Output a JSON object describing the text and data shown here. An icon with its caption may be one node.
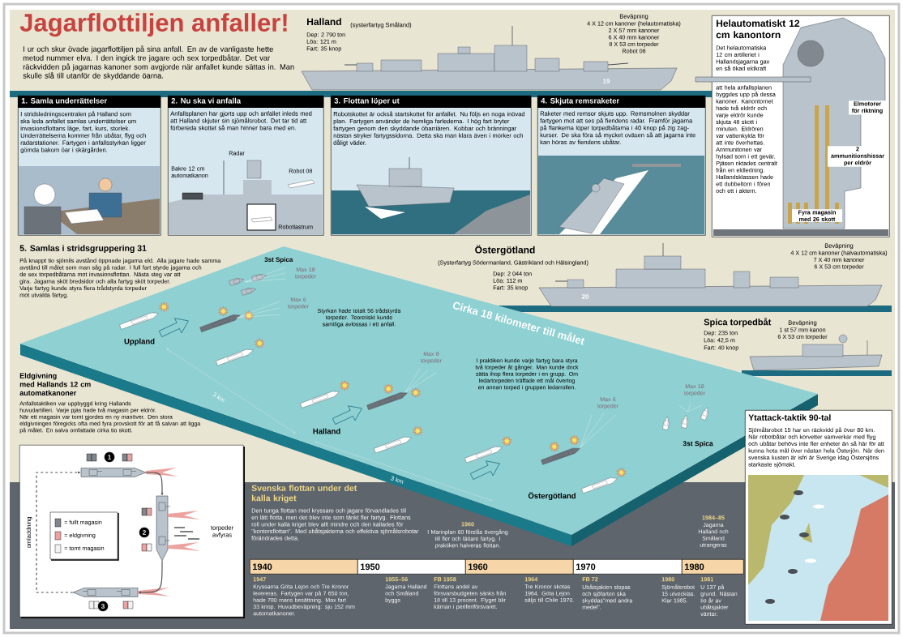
{
  "diagram": {
    "title": "Jagarflottiljen anfaller!",
    "nodes": [
      {
        "text": [
          "1. Samla underrättelser",
          "I stridsledningscentralen på Halland som ska leda anfallet samlas underrättelser om invasionsflottans läge, fart, kurs, storlek. Underrättelserna kommer från ubåtar, flyg och radarstationer. Fartygen i anfallsstyrkan ligger gömda bakom öar i skärgården."
        ]
      },
      {
        "text": [
          "2. Nu ska vi anfalla",
          "Anfallsplanen har gjorts upp och anfallet inleds med att Halland skjuter sin sjömålsrobot. Det tar tid att förbereda skottet så man hinner bara med en."
        ]
      },
      {
        "text": [
          "3. Flottan löper ut",
          "Robotskottet är också startskottet för anfallet. Nu följs en noga inövad plan. Fartygen använder de hemliga farlederna. I hög fart bryter fartygen genom den skyddande öbarriären. Kobbar och bränningar nästan stryker fartygssidorna. Detta ska man klara även i mörker och dåligt väder."
        ]
      },
      {
        "text": [
          "4. Skjuta remsraketer",
          "Raketer med remsor skjuts upp. Remsmolnen skyddar fartygen mot att ses på fiendens radar. Framför jagarna på flankerna löper torpedbåtarna i 40 knop på zig zag-kurser. De ska föra så mycket oväsen så att jagarna inte kan höras av fiendens ubåtar."
        ]
      },
      {
        "text": [
          "Helautomatiskt 12 cm kanontorn",
          "Det helautomatiska 12 cm artilleriet i Hallandsjagarna gav en så ökad eldkraft",
          "att hela anfallsplanen byggdes upp på dessa kanoner. Kanontornet hade två eldrör och varje eldrör kunde skjuta 48 skott i minuten. Eldrören var vattenkylda för att inte överhettas. Ammunitonen var hylsad som i ett gevär. Pjäsen riktades centralt från en eldledning. Hallandsklassen hade ett dubbeltorn i fören och ett i aktern."
        ]
      },
      {
        "text": [],
        "shape": "box"
      },
      {
        "text": [],
        "shape": "ship",
        "beside": [
          "1"
        ],
        "in": 5
      },
      {
        "text": [],
        "shape": "ship",
        "beside": [
          "2"
        ],
        "in": 5
      },
      {
        "text": [],
        "shape": "ship",
        "beside": [
          "3"
        ],
        "in": 5
      },
      {
        "text": [
          "Ytattack-taktik 90-tal",
          "Sjömålsrobot 15 har en räckvidd på över 80 km. När robotbåtar och korvetter samverkar med flyg och ubåtar behövs inte fler enheter än så här för att kunna hota mål över nästan hela Österjön. När den svenska kusten är isfri är Sverige idag Östersjöns starkaste sjömakt."
        ]
      },
      {
        "text": [
          "1940"
        ]
      },
      {
        "text": [
          "1950"
        ]
      },
      {
        "text": [
          "1960"
        ]
      },
      {
        "text": [
          "1970"
        ]
      },
      {
        "text": [
          "1980"
        ]
      }
    ],
    "edges": [
      {
        "from": 6,
        "to": 7,
        "arrow": "to"
      },
      {
        "from": 7,
        "to": 8,
        "arrow": "to"
      },
      {
        "from": 8,
        "to": 6,
        "arrow": "to",
        "label": "omladdning",
        "style": "dashed"
      }
    ],
    "labels": [
      "I ur och skur övade jagarflottiljen på sina anfall. En av de vanligaste hette metod nummer elva. I den ingick tre jagare och sex torpedbåtar. Det var räckvidden på jagarnas kanoner som avgjorde när anfallet kunde sättas in. Man skulle slå till utanför de skyddande öarna.",
      "Halland",
      "(systerfartyg Småland)",
      "Dep: 2 790 ton",
      "Löa: 121 m",
      "Fart: 35 knop",
      "Beväpning",
      "4 X 12 cm kanoner (helautomatiska)",
      "2 X 57 mm kanoner",
      "6 X 40 mm kanoner",
      "8 X 53 cm torpeder",
      "Robot 08",
      "19",
      "Radar",
      "Robot 08",
      "Bakre 12 cm automatkanon",
      "Robotlastrum",
      "Elmotorer för riktning",
      "2 ammunitionshissar per eldrör",
      "Fyra magasin med 26 skott",
      "5. Samlas i stridsgruppering 31",
      "På knappt tio sjömils avstånd öppnade jagarna eld. Alla jagare hade samma avstånd till målet som man såg på radar. I full fart styrde jagarna och de sex torpedbåtarna mot invasionsflottan. Nästa steg var att gira. Jagarna sköt bredsidor och alla fartyg sköt torpeder. Varje fartyg kunde styra flera trådstyrda torpeder mot utvalda fartyg.",
      "3st Spica",
      "Max 18 torpeder",
      "Max 6 torpeder",
      "Uppland",
      "Styrkan hade totalt 56 trådstyrda torpeder. Teoretiskt kunde samtliga avlossas i ett anfall.",
      "Cirka 18 kilometer till målet",
      "Max 8 torpeder",
      "I praktiken kunde varje fartyg bara styra två torpeder åt gånger. Man kunde dock sätta ihop flera torpeder i en grupp. Om ledartorpeden träffade ett mål övertog en annan torped i gruppen ledarrollen.",
      "Max 6 torpeder",
      "Max 18 torpeder",
      "3st Spica",
      "3 km",
      "Halland",
      "3 km",
      "Östergötland",
      "Östergötland",
      "(Systerfartyg Södermanland, Gästrikland och Hälsingland)",
      "Dep: 2 044 ton",
      "Löa: 112 m",
      "Fart: 35 knop",
      "Beväpning",
      "4 X 12 cm kanoner (halvautomatiska)",
      "7 X 40 mm kanoner",
      "6 X 53 cm torpeder",
      "20",
      "Spica torpedbåt",
      "Dep: 235 ton",
      "Löa: 42,5 m",
      "Fart: 40 knop",
      "Beväpning",
      "1 st 57 mm kanon",
      "6 X 53 cm torpeder",
      "Eldgivning med Hallands 12 cm automatkanoner",
      "Anfallstaktiken var uppbyggd kring Hallands huvudartilleri. Varje pjäs hade två magasin per eldrör. När ett magasin var tomt gjordes en ny manöver. Den stora eldgivningen föregicks ofta med fyra provskott för att få salvan att ligga på målet. En salva omfattade cirka tio skott.",
      "torpeder avfyras",
      "Svenska flottan under det kalla kriget",
      "Den tunga flottan med kryssare och jagare förvandlades till en lätt flotta, men det blev inte som tänkt fler fartyg. Flottans roll under kalla kriget blev allt mindre och den kallades för \"kontorsflottan\". Med ubåtsjakterna och effektiva sjömålsrobotar förändrades detta.",
      "1960",
      "I Marinplan 60 förslås övergång till fler och lättare fartyg. I praktiken halveras flottan.",
      "1984–85",
      "Jagarna Halland och Småland utrangeras",
      "1947",
      "Kryssarna Göta Lejon och Tre Kronor levereras. Fartygen var på 7 650 ton, hade 780 mans besättning. Max fart 33 knop. Huvudbeväpning: sju 152 mm automatkanoner.",
      "1955–56",
      "Jagarna Halland och Småland byggs",
      "FB 1958",
      "Flottans andel av försvarsbudgeten sänks från 18 till 13 procent. Flyget blir kärnan i periferiförsvaret.",
      "1964",
      "Tre Kronor skotas 1964. Göta Lejon säljs till Chile 1970.",
      "FB 72",
      "Ubåtsjakten slopas och sjöfarten ska skyddas\"med andra medel\".",
      "1980",
      "Sjömålsrobot 15 utvecklas. Klar 1985.",
      "1981",
      "U 137 på grund. Nästan tio år av ubåtsjakter väntar."
    ],
    "legend": [
      {
        "text": "= fullt magasin",
        "color": "#7f868c"
      },
      {
        "text": "= eldgivning",
        "color": "#e9a3a3"
      },
      {
        "text": "= tomt magasin",
        "color": "#f2f2f2"
      }
    ]
  }
}
